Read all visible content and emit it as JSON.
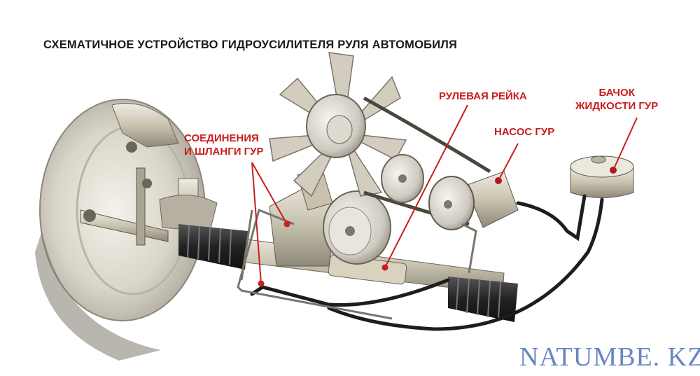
{
  "title": "СХЕМАТИЧНОЕ УСТРОЙСТВО ГИДРОУСИЛИТЕЛЯ РУЛЯ АВТОМОБИЛЯ",
  "labels": {
    "connections_line1": "СОЕДИНЕНИЯ",
    "connections_line2": "И ШЛАНГИ ГУР",
    "steering_rack": "РУЛЕВАЯ РЕЙКА",
    "pump": "НАСОС ГУР",
    "reservoir_line1": "БАЧОК",
    "reservoir_line2": "ЖИДКОСТИ ГУР"
  },
  "watermark": "NATUMBE. KZ",
  "colors": {
    "label": "#c81e1e",
    "title": "#1a1a1a",
    "watermark": "#6a86c2"
  }
}
